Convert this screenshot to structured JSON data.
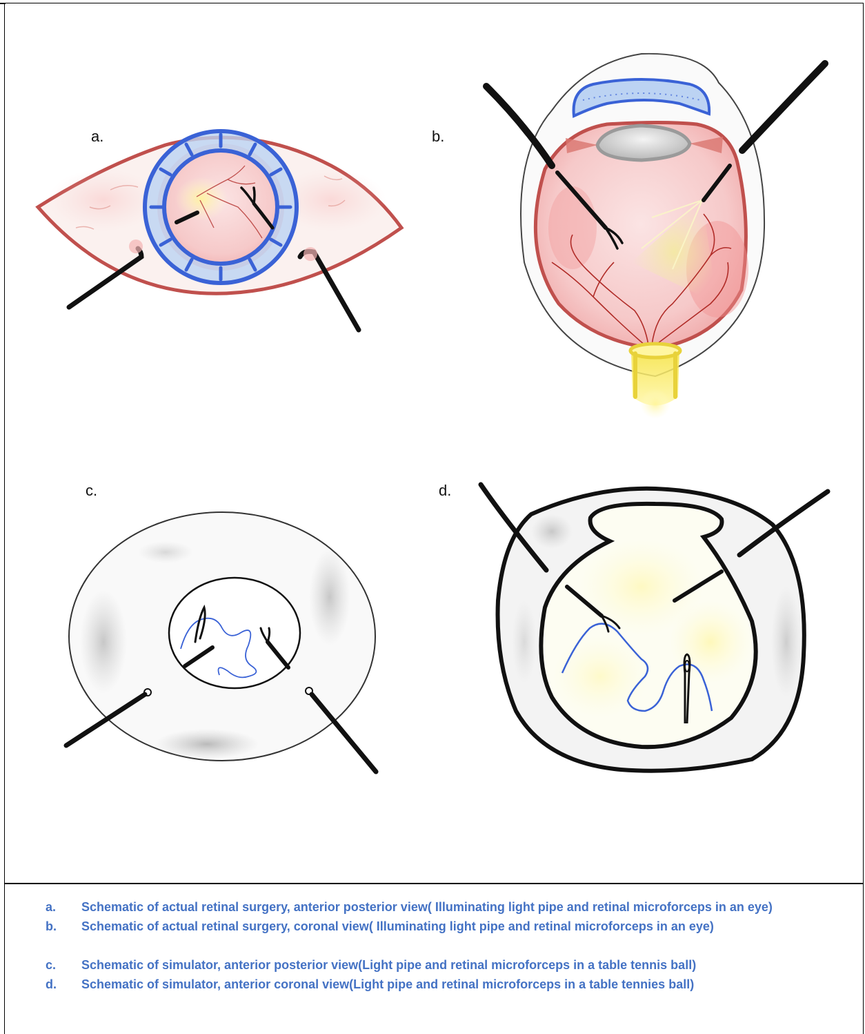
{
  "panels": [
    {
      "label": "a."
    },
    {
      "label": "b."
    },
    {
      "label": "c."
    },
    {
      "label": "d."
    }
  ],
  "captions": [
    {
      "letter": "a.",
      "text": "Schematic of actual retinal surgery, anterior posterior view( Illuminating light pipe and retinal microforceps in an eye)"
    },
    {
      "letter": "b.",
      "text": "Schematic of actual retinal surgery, coronal view( Illuminating light pipe and retinal microforceps in an eye)"
    },
    {
      "letter": "c.",
      "text": "Schematic of simulator, anterior posterior view(Light pipe and retinal microforceps in a table tennis ball)"
    },
    {
      "letter": "d.",
      "text": "Schematic of simulator, anterior coronal view(Light pipe and retinal microforceps in a table tennies ball)"
    }
  ],
  "colors": {
    "caption": "#4472c4",
    "sclera_outline": "#c0504d",
    "limbus_ring": "#3a62d6",
    "instrument": "#111111",
    "thread": "#3a62d6",
    "light": "#ffe866"
  },
  "icons": [
    "eye-anterior-view",
    "eye-coronal-section",
    "simulator-anterior-view",
    "simulator-coronal-section"
  ]
}
